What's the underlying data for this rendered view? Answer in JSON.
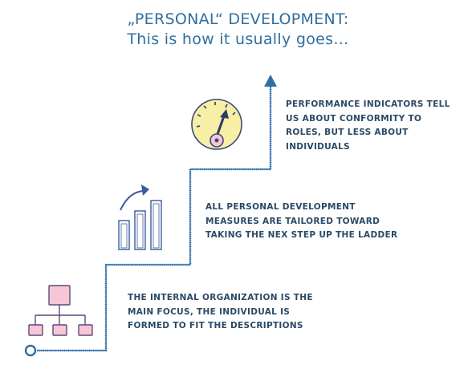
{
  "title": {
    "line1": "„PERSONAL“ DEVELOPMENT:",
    "line2": "This is how it usually goes…"
  },
  "steps": [
    {
      "lines": [
        "THE INTERNAL ORGANIZATION IS THE",
        "MAIN FOCUS, THE INDIVIDUAL IS",
        "FORMED TO FIT THE DESCRIPTIONS"
      ],
      "icon": "org-chart-icon"
    },
    {
      "lines": [
        "ALL PERSONAL DEVELOPMENT",
        "MEASURES ARE TAILORED TOWARD",
        "TAKING THE NEX STEP UP THE LADDER"
      ],
      "icon": "bar-chart-growth-icon"
    },
    {
      "lines": [
        "PERFORMANCE INDICATORS TELL",
        "US ABOUT CONFORMITY TO",
        "ROLES, BUT LESS ABOUT",
        "INDIVIDUALS"
      ],
      "icon": "gauge-icon"
    }
  ],
  "colors": {
    "line": "#2f6fa8",
    "text": "#2a4a66",
    "title": "#2f6f9f",
    "org_fill": "#f6c6d6",
    "gauge_fill": "#f7efa6"
  }
}
